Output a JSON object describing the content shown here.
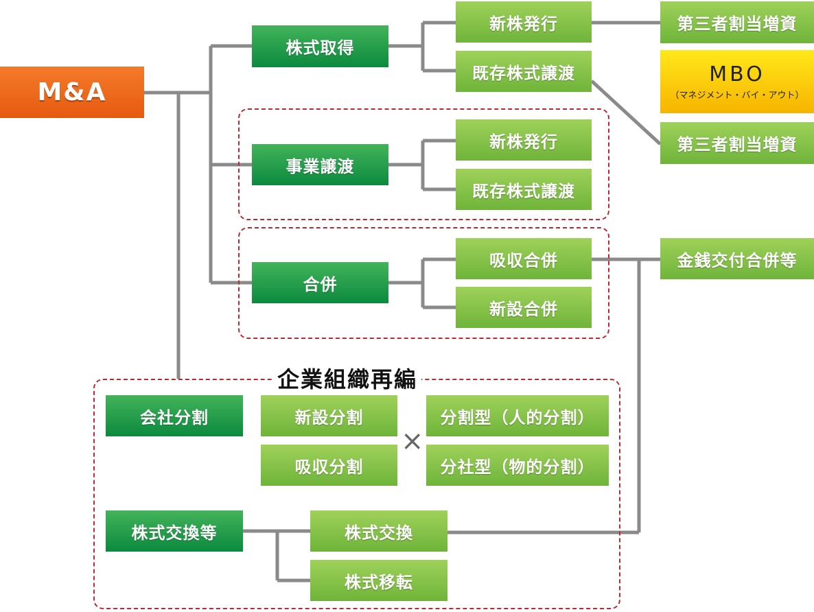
{
  "root": "M&A",
  "acquisition": {
    "label": "株式取得",
    "new_shares": "新株発行",
    "existing_transfer": "既存株式譲渡",
    "third_party_1": "第三者割当増資",
    "mbo": "MBO",
    "mbo_sub": "（マネジメント・バイ・アウト）",
    "third_party_2": "第三者割当増資"
  },
  "business_transfer": {
    "label": "事業譲渡",
    "new_shares": "新株発行",
    "existing_transfer": "既存株式譲渡"
  },
  "merger": {
    "label": "合併",
    "absorption": "吸収合併",
    "new_merger": "新設合併",
    "cash_merger": "金銭交付合併等"
  },
  "reorganization": {
    "title": "企業組織再編",
    "split": "会社分割",
    "new_split": "新設分割",
    "absorption_split": "吸収分割",
    "times": "×",
    "split_type_human": "分割型（人的分割）",
    "split_type_material": "分社型（物的分割）",
    "share_exchange_etc": "株式交換等",
    "share_exchange": "株式交換",
    "share_transfer": "株式移転"
  },
  "colors": {
    "line": "#8a8a8a",
    "dark_green": "#1a9a4a",
    "light_green": "#86c24a",
    "orange": "#ec6a1c",
    "yellow": "#fcd40a",
    "dash_red": "#c0272d"
  }
}
